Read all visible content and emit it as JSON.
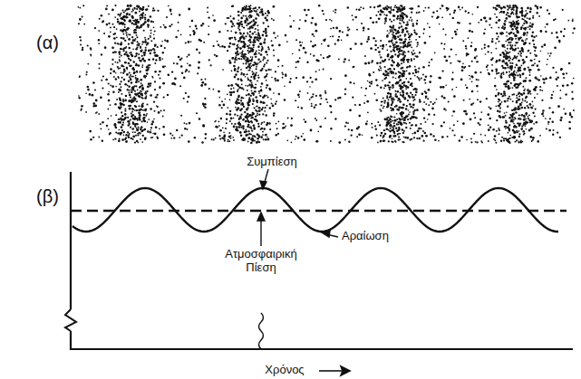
{
  "diagram": {
    "labels": [
      "(α)",
      "(β)",
      "Συμπίεση",
      "Ατμοσφαιρική Πίεση",
      "Αραίωση",
      "Χρόνος"
    ]
  }
}
